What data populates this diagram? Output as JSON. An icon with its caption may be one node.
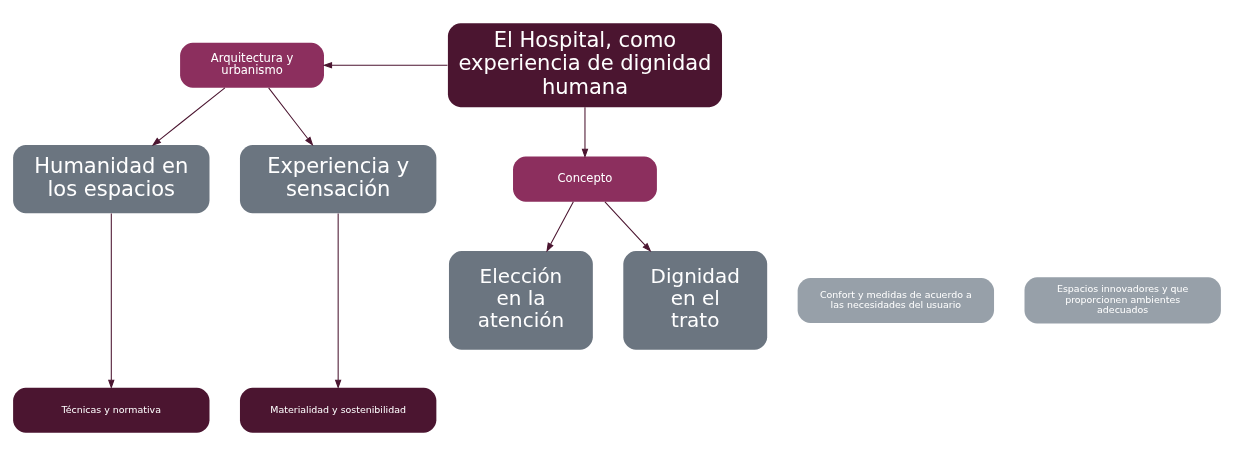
{
  "diagram": {
    "nodes": [
      {
        "text": [
          "Arquitectura y urbanismo"
        ]
      },
      {
        "text": [
          "El Hospital, como experiencia de dignidad humana"
        ]
      },
      {
        "text": [
          "Humanidad en los espacios"
        ]
      },
      {
        "text": [
          "Experiencia y sensación"
        ]
      },
      {
        "text": [
          "Concepto"
        ]
      },
      {
        "text": [
          "Confort y medidas de acuerdo a las necesidades del usuario"
        ]
      },
      {
        "text": [
          "Espacios innovadores y que proporcionen ambientes adecuados"
        ]
      },
      {
        "text": [
          "Elección en la atención"
        ]
      },
      {
        "text": [
          "Dignidad en el trato"
        ]
      },
      {
        "text": [
          "Técnicas y normativa"
        ]
      },
      {
        "text": [
          "Materialidad y sostenibilidad"
        ]
      }
    ],
    "edges": [
      {
        "from": 1,
        "to": 0,
        "arrow": "to"
      },
      {
        "from": 0,
        "to": 2,
        "arrow": "to"
      },
      {
        "from": 0,
        "to": 3,
        "arrow": "to"
      },
      {
        "from": 1,
        "to": 4,
        "arrow": "to"
      },
      {
        "from": 2,
        "to": 9,
        "arrow": "to"
      },
      {
        "from": 3,
        "to": 10,
        "arrow": "to"
      },
      {
        "from": 4,
        "to": 7,
        "arrow": "to"
      },
      {
        "from": 4,
        "to": 8,
        "arrow": "to"
      }
    ]
  }
}
